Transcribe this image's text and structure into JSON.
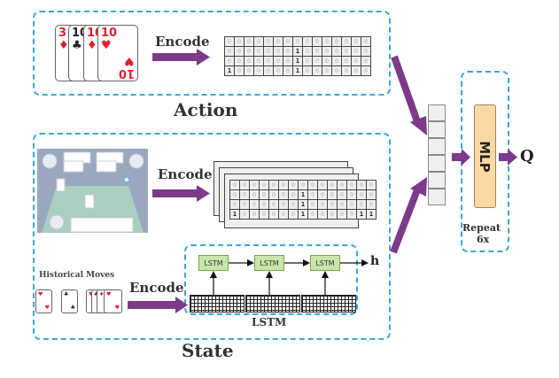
{
  "colors": {
    "arrow": "#7d3a8a",
    "dashed_border": "#3aa5dc",
    "grid_bg": "#efefef",
    "lstm_fill": "#c8e6a8",
    "mlp_fill": "#fcd9a4",
    "card_red": "#e0202a"
  },
  "action": {
    "title": "Action",
    "encode_label": "Encode",
    "cards": [
      {
        "rank": "3",
        "suit": "♦",
        "color": "red"
      },
      {
        "rank": "10",
        "suit": "♣",
        "color": "black"
      },
      {
        "rank": "10",
        "suit": "♦",
        "color": "red"
      },
      {
        "rank": "10",
        "suit": "♥",
        "color": "red"
      }
    ],
    "matrix": [
      [
        0,
        0,
        0,
        0,
        0,
        0,
        0,
        0,
        0,
        0,
        0,
        0,
        0,
        0,
        0
      ],
      [
        0,
        0,
        0,
        0,
        0,
        0,
        0,
        1,
        0,
        0,
        0,
        0,
        0,
        0,
        0
      ],
      [
        0,
        0,
        0,
        0,
        0,
        0,
        0,
        1,
        0,
        0,
        0,
        0,
        0,
        0,
        0
      ],
      [
        1,
        0,
        0,
        0,
        0,
        0,
        0,
        1,
        0,
        0,
        0,
        0,
        0,
        0,
        0
      ]
    ]
  },
  "state": {
    "title": "State",
    "encode_label_top": "Encode",
    "encode_label_bottom": "Encode",
    "historical_moves_label": "Historical Moves",
    "matrix": [
      [
        0,
        0,
        0,
        0,
        0,
        0,
        0,
        0,
        0,
        0,
        0,
        0,
        0,
        0,
        0
      ],
      [
        0,
        0,
        0,
        0,
        0,
        0,
        0,
        1,
        0,
        0,
        0,
        0,
        0,
        0,
        0
      ],
      [
        0,
        0,
        0,
        0,
        0,
        0,
        0,
        1,
        0,
        0,
        0,
        0,
        0,
        0,
        0
      ],
      [
        1,
        0,
        0,
        0,
        0,
        0,
        0,
        1,
        0,
        0,
        0,
        0,
        0,
        1,
        1
      ]
    ],
    "lstm": {
      "title": "LSTM",
      "cell_label": "LSTM",
      "cell_count": 3,
      "output_label": "h"
    }
  },
  "head": {
    "mlp_label": "MLP",
    "repeat_label": "Repeat",
    "repeat_count": "6x",
    "output_label": "Q",
    "vector_cells": 6
  }
}
